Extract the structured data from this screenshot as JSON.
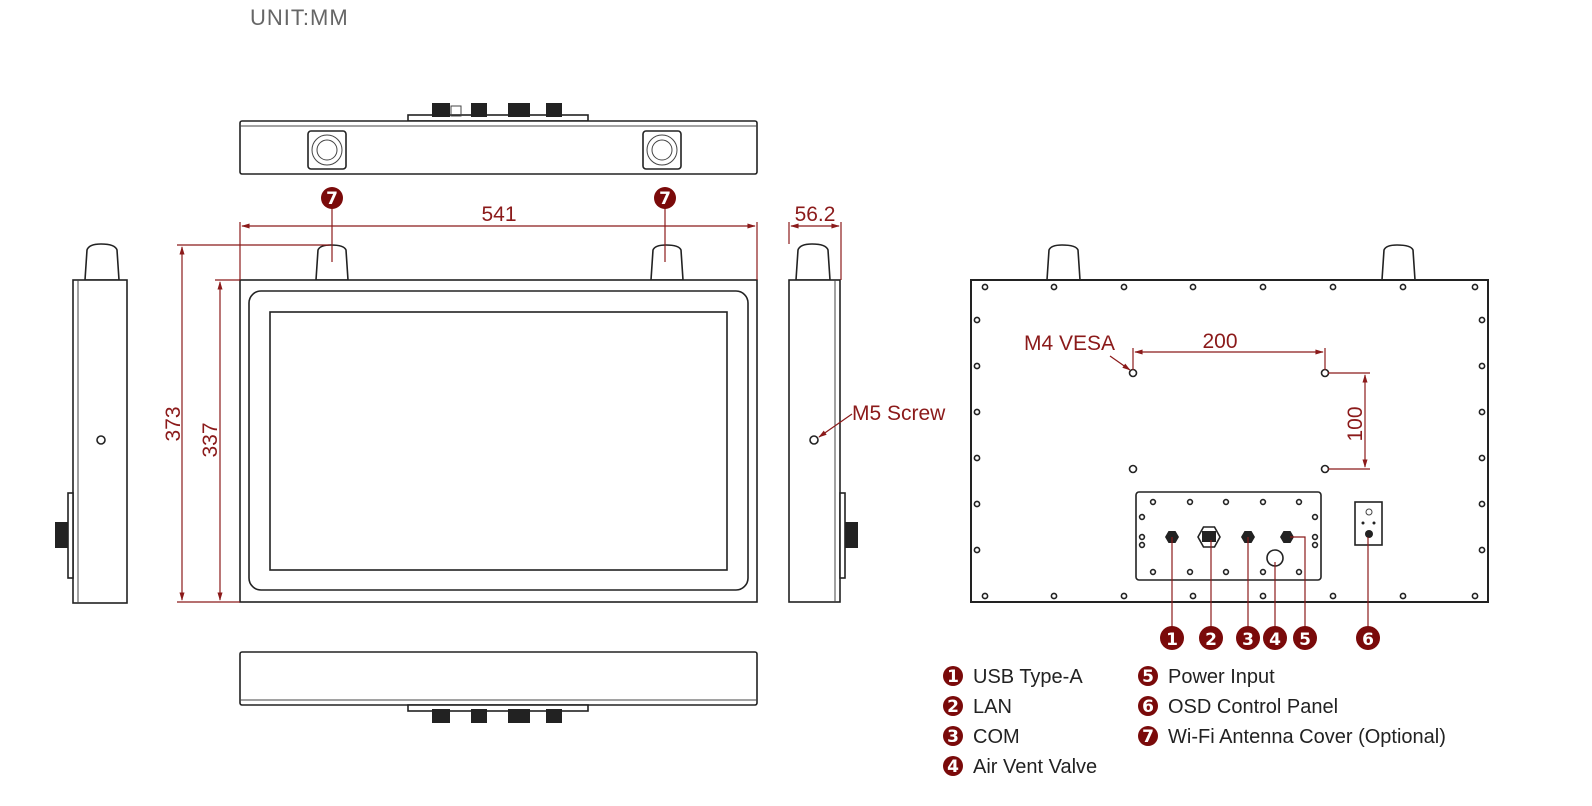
{
  "unit_label": "UNIT:MM",
  "colors": {
    "accent": "#8b1a1a",
    "callout": "#7a0a0a",
    "outline": "#222222"
  },
  "dimensions": {
    "width": "541",
    "depth": "56.2",
    "height_total": "373",
    "height_body": "337",
    "vesa_horizontal": "200",
    "vesa_vertical": "100"
  },
  "annotations": {
    "m5_screw": "M5 Screw",
    "m4_vesa": "M4 VESA"
  },
  "callouts": {
    "antenna": "7",
    "ports": [
      "1",
      "2",
      "3",
      "4",
      "5",
      "6"
    ]
  },
  "legend": [
    {
      "num": "1",
      "label": "USB Type-A"
    },
    {
      "num": "2",
      "label": "LAN"
    },
    {
      "num": "3",
      "label": "COM"
    },
    {
      "num": "4",
      "label": "Air Vent Valve"
    },
    {
      "num": "5",
      "label": "Power Input"
    },
    {
      "num": "6",
      "label": "OSD Control Panel"
    },
    {
      "num": "7",
      "label": "Wi-Fi Antenna Cover (Optional)"
    }
  ]
}
